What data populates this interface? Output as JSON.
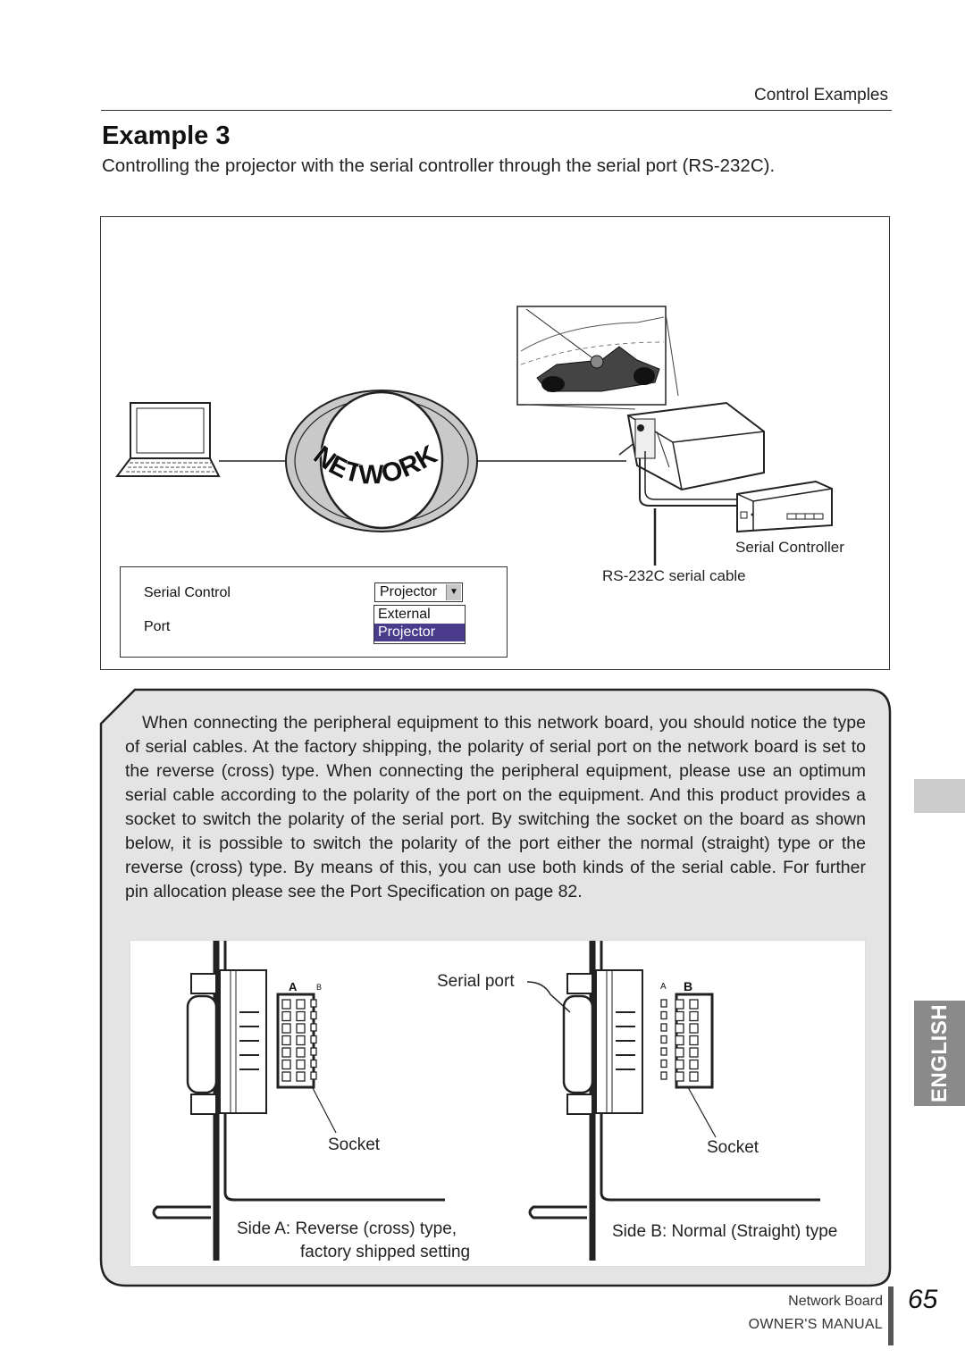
{
  "header": {
    "section": "Control Examples"
  },
  "example": {
    "title": "Example 3",
    "subtitle": "Controlling the projector with the serial controller through the serial port (RS-232C)."
  },
  "diagram": {
    "network_logo_text": "NETWORK",
    "serial_controller_label": "Serial Controller",
    "cable_label": "RS-232C serial cable",
    "settings": {
      "serial_control_label": "Serial Control",
      "port_label": "Port",
      "selected_value": "Projector",
      "options": [
        "External",
        "Projector"
      ]
    }
  },
  "note": {
    "text": "When connecting the peripheral equipment to this network board, you should notice the type of serial cables. At the factory shipping, the polarity of serial port on the network board is set to the reverse (cross) type. When connecting the peripheral equipment, please use an optimum serial cable according to the polarity of the port on the equipment. And this product provides a socket to switch the polarity of the serial port. By switching the socket on the board as shown below, it is possible to switch the polarity of the port either the normal (straight) type or the reverse (cross) type. By means of this, you can use both kinds of the serial cable. For further pin allocation please see the Port Specification on page 82."
  },
  "sockets": {
    "serial_port_label": "Serial port",
    "side_a": {
      "label_a": "A",
      "label_b": "B",
      "socket_label": "Socket",
      "caption_line1": "Side A: Reverse (cross) type,",
      "caption_line2": "factory shipped setting"
    },
    "side_b": {
      "label_a": "A",
      "label_b": "B",
      "socket_label": "Socket",
      "caption": "Side B: Normal (Straight) type"
    }
  },
  "sidebar": {
    "language_tab": "ENGLISH"
  },
  "footer": {
    "product": "Network Board",
    "manual": "OWNER'S MANUAL",
    "page_number": "65"
  }
}
